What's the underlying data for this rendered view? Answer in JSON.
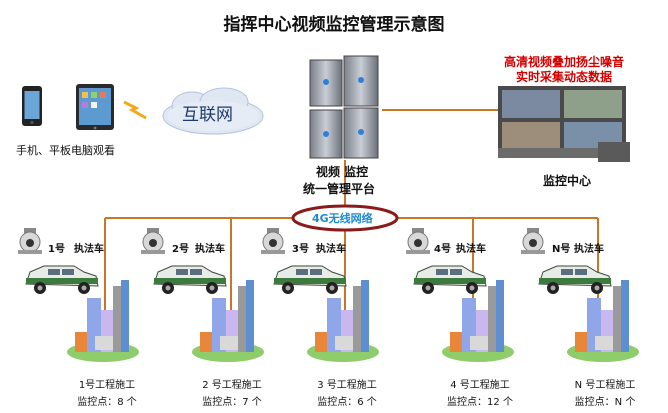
{
  "title": "指挥中心视频监控管理示意图",
  "devices_caption": "手机、平板电脑观看",
  "internet_label": "互联网",
  "platform_line1": "视频 监控",
  "platform_line2": "统一管理平台",
  "promo_line1": "高清视频叠加扬尘噪音",
  "promo_line2": "实时采集动态数据",
  "monitor_center_label": "监控中心",
  "network_label": "4G无线网络",
  "colors": {
    "trunk_line": "#c9762a",
    "network_ellipse": "#8b1a1a",
    "network_text": "#1e8ad2",
    "promo_text": "#d40000"
  },
  "units": [
    {
      "number": "1号",
      "vehicle": "执法车",
      "site": "1号工程施工",
      "points": "监控点：8 个"
    },
    {
      "number": "2号",
      "vehicle": "执法车",
      "site": "2 号工程施工",
      "points": "监控点：7 个"
    },
    {
      "number": "3号",
      "vehicle": "执法车",
      "site": "3 号工程施工",
      "points": "监控点：6 个"
    },
    {
      "number": "4号",
      "vehicle": "执法车",
      "site": "4 号工程施工",
      "points": "监控点：12 个"
    },
    {
      "number": "N号",
      "vehicle": "执法车",
      "site": "N 号工程施工",
      "points": "监控点：N 个"
    }
  ]
}
